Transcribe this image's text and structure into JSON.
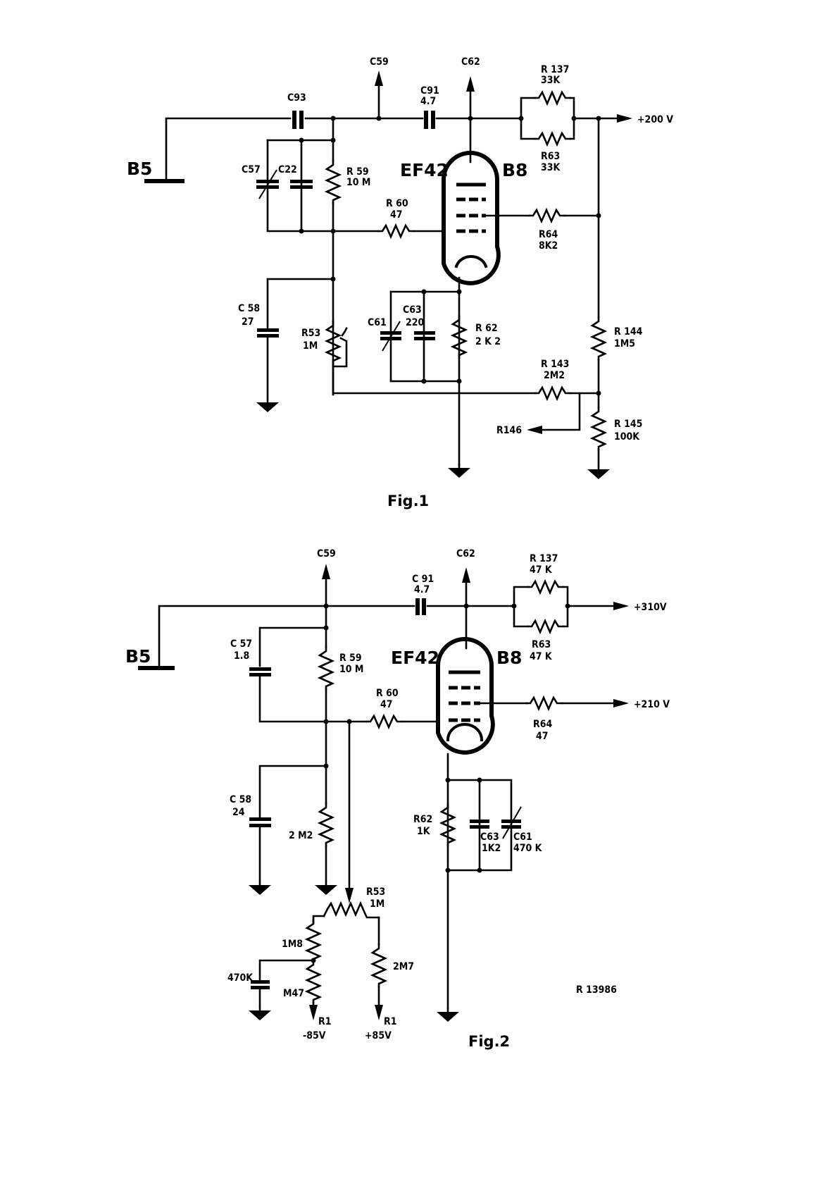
{
  "fig1": {
    "caption": "Fig.1",
    "tube": {
      "type": "EF42",
      "ref": "B8"
    },
    "input": "B5",
    "supply": "+200 V",
    "c59": "C59",
    "c62": "C62",
    "c93": "C93",
    "c91": {
      "ref": "C91",
      "value": "4.7"
    },
    "r137": {
      "ref": "R 137",
      "value": "33K"
    },
    "r63": {
      "ref": "R63",
      "value": "33K"
    },
    "c57": "C57",
    "c22": "C22",
    "r59": {
      "ref": "R 59",
      "value": "10 M"
    },
    "r60": {
      "ref": "R 60",
      "value": "47"
    },
    "r64": {
      "ref": "R64",
      "value": "8K2"
    },
    "c58": {
      "ref": "C 58",
      "value": "27"
    },
    "r53": {
      "ref": "R53",
      "value": "1M"
    },
    "c61": "C61",
    "c63": {
      "ref": "C63",
      "value": "220"
    },
    "r62": {
      "ref": "R 62",
      "value": "2 K 2"
    },
    "r144": {
      "ref": "R 144",
      "value": "1M5"
    },
    "r143": {
      "ref": "R 143",
      "value": "2M2"
    },
    "r145": {
      "ref": "R 145",
      "value": "100K"
    },
    "r146": "R146"
  },
  "fig2": {
    "caption": "Fig.2",
    "tube": {
      "type": "EF42",
      "ref": "B8"
    },
    "input": "B5",
    "supply_anode": "+310V",
    "supply_screen": "+210 V",
    "c59": "C59",
    "c62": "C62",
    "c91": {
      "ref": "C 91",
      "value": "4.7"
    },
    "r137": {
      "ref": "R 137",
      "value": "47 K"
    },
    "r63": {
      "ref": "R63",
      "value": "47 K"
    },
    "c57": {
      "ref": "C 57",
      "value": "1.8"
    },
    "r59": {
      "ref": "R 59",
      "value": "10 M"
    },
    "r60": {
      "ref": "R 60",
      "value": "47"
    },
    "r64": {
      "ref": "R64",
      "value": "47"
    },
    "c58": {
      "ref": "C 58",
      "value": "24"
    },
    "r_grid": "2 M2",
    "r62": {
      "ref": "R62",
      "value": "1K"
    },
    "c63": {
      "ref": "C63",
      "value": "1K2"
    },
    "c61": {
      "ref": "C61",
      "value": "470 K"
    },
    "r53": {
      "ref": "R53",
      "value": "1M"
    },
    "r_1m8": "1M8",
    "r_m47": "M47",
    "c_470k": "470K",
    "r_2m7": "2M7",
    "neg_rail": {
      "ref": "R1",
      "value": "-85V"
    },
    "pos_rail": {
      "ref": "R1",
      "value": "+85V"
    },
    "drawing_number": "R 13986"
  }
}
